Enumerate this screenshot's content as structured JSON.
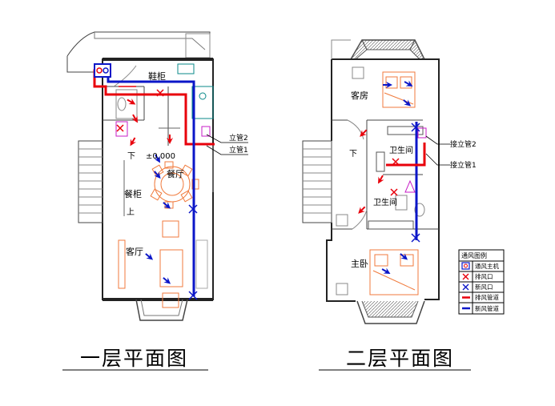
{
  "floor1": {
    "title": "一层平面图",
    "rooms": {
      "shoe_cabinet": "鞋柜",
      "dining": "餐厅",
      "cabinet": "餐柜",
      "living": "客厅",
      "down": "下",
      "up": "上"
    },
    "elevation": "±0.000",
    "risers": {
      "riser2": "立管2",
      "riser1": "立管1"
    }
  },
  "floor2": {
    "title": "二层平面图",
    "rooms": {
      "guest": "客房",
      "bath1": "卫生间",
      "bath2": "卫生间",
      "master": "主卧",
      "down": "下"
    },
    "risers": {
      "riser2": "接立管2",
      "riser1": "接立管1"
    }
  },
  "legend": {
    "title": "通风图例",
    "items": [
      "通风主机",
      "排风口",
      "新风口",
      "排风管道",
      "新风管道"
    ]
  },
  "colors": {
    "exhaust": "#e8000b",
    "fresh": "#0b16c8",
    "furniture": "#f07a3c",
    "wall": "#333333"
  }
}
